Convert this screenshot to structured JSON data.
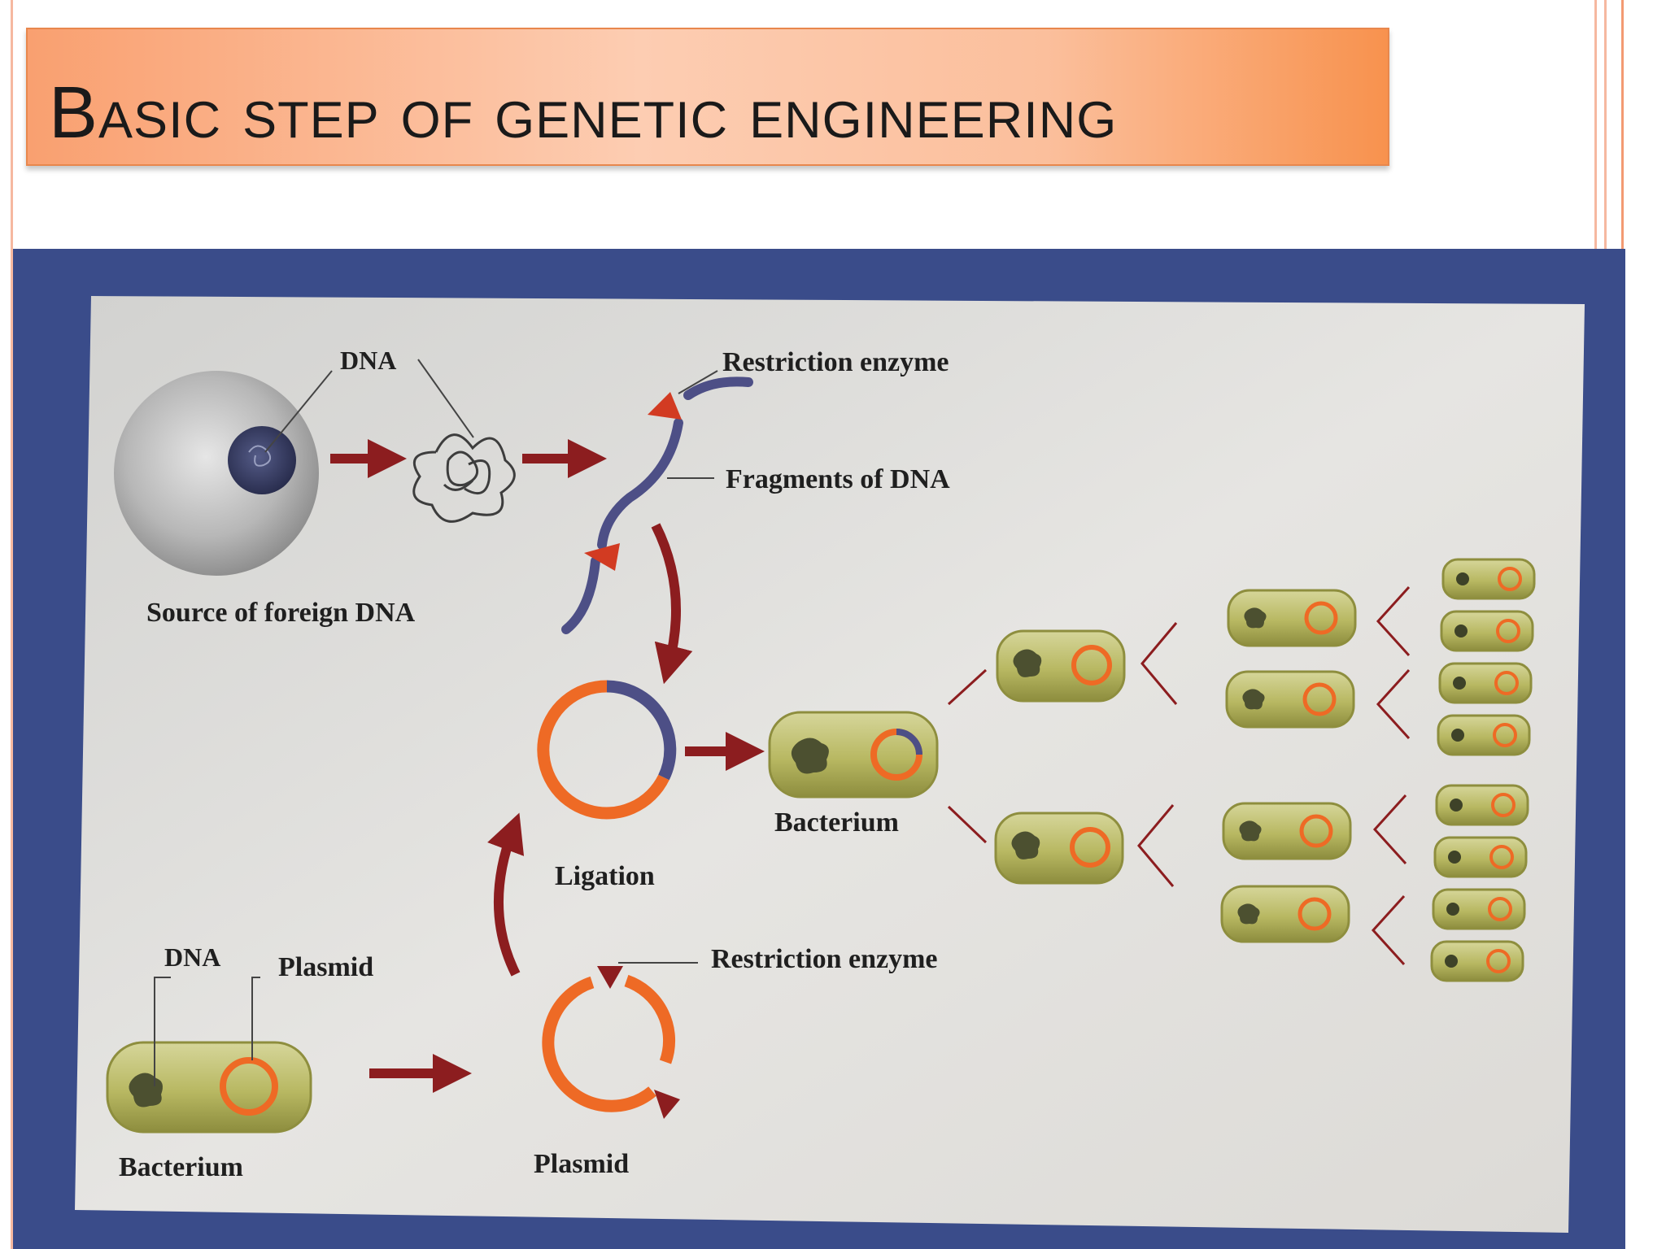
{
  "slide": {
    "title": "Basic step of genetic engineering",
    "accent_color": "#f8924e",
    "frame_color": "#f4a88a"
  },
  "diagram": {
    "labels": {
      "dna_top": "DNA",
      "restriction_enzyme_top": "Restriction enzyme",
      "fragments": "Fragments of DNA",
      "source": "Source of foreign DNA",
      "bacterium_mid": "Bacterium",
      "ligation": "Ligation",
      "dna_bottom": "DNA",
      "plasmid_label": "Plasmid",
      "restriction_enzyme_bottom": "Restriction enzyme",
      "bacterium_bottom": "Bacterium",
      "plasmid_bottom": "Plasmid"
    },
    "colors": {
      "background_photo": "#3a4c8a",
      "paper": "#e4e2df",
      "arrow": "#8c1d1f",
      "plasmid": "#ee6a25",
      "foreign_dna": "#4d4f86",
      "bacterium": "#a8a84c"
    }
  }
}
